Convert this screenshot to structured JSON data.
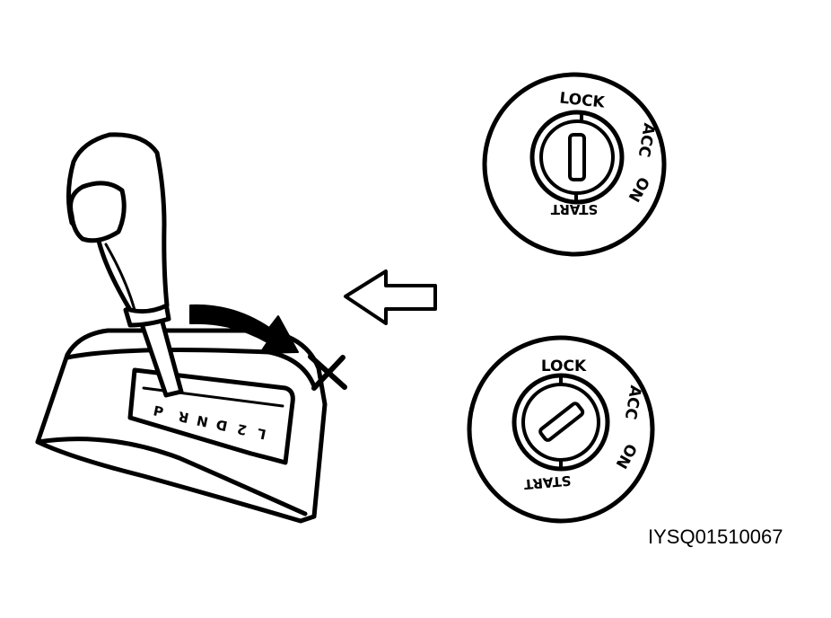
{
  "figure_id": "IYSQ01510067",
  "shifter": {
    "gate_labels": [
      "P",
      "R",
      "N",
      "D",
      "2",
      "L"
    ]
  },
  "ignition_switch_top": {
    "positions": [
      "LOCK",
      "ACC",
      "ON",
      "START"
    ],
    "key_state": "LOCK"
  },
  "ignition_switch_bottom": {
    "positions": [
      "LOCK",
      "ACC",
      "ON",
      "START"
    ],
    "key_state": "ACC"
  },
  "symbols": {
    "prohibited_mark": "x-mark",
    "direction_arrow": "left-arrow",
    "motion_arrow": "curved-arrow"
  },
  "colors": {
    "ink": "#000000",
    "paper": "#ffffff"
  }
}
